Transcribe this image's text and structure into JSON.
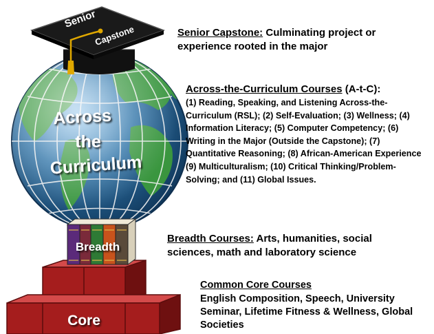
{
  "illustration": {
    "cap": {
      "line1": "Senior",
      "line2": "Capstone"
    },
    "globe": {
      "line1": "Across",
      "line2": "the",
      "line3": "Curriculum"
    },
    "books": {
      "label": "Breadth"
    },
    "bricks": {
      "label": "Core"
    },
    "colors": {
      "ocean": "#2f74a8",
      "land": "#3c9a3c",
      "cap": "#111111",
      "tassel": "#e0a800",
      "brick": "#a51d1d",
      "books": [
        "#5b2a7a",
        "#7a2a3a",
        "#2e7a35",
        "#c8531c",
        "#5a4a3a"
      ]
    }
  },
  "sections": {
    "senior_capstone": {
      "title": "Senior Capstone:",
      "text": "Culminating project or experience rooted in the major"
    },
    "across_curriculum": {
      "title": "Across-the-Curriculum Courses",
      "suffix": "(A-t-C):",
      "text": "(1) Reading, Speaking, and Listening Across-the-Curriculum (RSL); (2) Self-Evaluation; (3) Wellness; (4) Information Literacy; (5) Computer Competency; (6) Writing in the Major (Outside the Capstone); (7) Quantitative Reasoning; (8) African-American Experience (9) Multiculturalism; (10) Critical Thinking/Problem-Solving; and (11) Global Issues."
    },
    "breadth_courses": {
      "title": "Breadth Courses:",
      "text": "Arts, humanities, social sciences, math and laboratory science"
    },
    "common_core": {
      "title": "Common Core Courses",
      "text": "English Composition, Speech, University Seminar, Lifetime Fitness & Wellness, Global Societies"
    }
  }
}
